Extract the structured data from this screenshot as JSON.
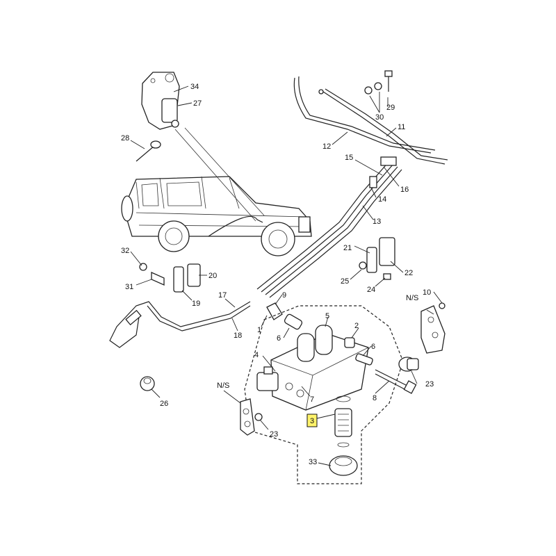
{
  "callouts": {
    "c1": "1",
    "c2": "2",
    "c3": "3",
    "c4": "4",
    "c5": "5",
    "c6a": "6",
    "c6b": "6",
    "c7": "7",
    "c8": "8",
    "c9": "9",
    "c10": "10",
    "c11": "11",
    "c12": "12",
    "c13": "13",
    "c14": "14",
    "c15": "15",
    "c16": "16",
    "c17": "17",
    "c18": "18",
    "c19": "19",
    "c20": "20",
    "c21": "21",
    "c22": "22",
    "c23a": "23",
    "c23b": "23",
    "c24": "24",
    "c25": "25",
    "c26": "26",
    "c27": "27",
    "c28": "28",
    "c29": "29",
    "c30": "30",
    "c31": "31",
    "c32": "32",
    "c33": "33",
    "c34": "34",
    "ns_left": "N/S",
    "ns_right": "N/S"
  },
  "highlighted_part": "3",
  "colors": {
    "highlight": "#fff36a",
    "line": "#222222",
    "background": "#ffffff"
  }
}
